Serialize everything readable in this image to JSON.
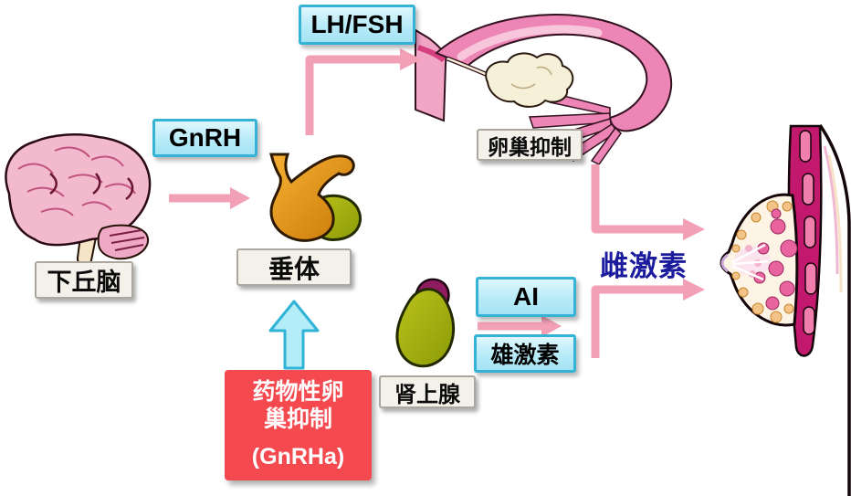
{
  "organ_labels": {
    "hypothalamus": "下丘脑",
    "pituitary": "垂体",
    "adrenal": "肾上腺"
  },
  "hormone_boxes": {
    "gnrh": "GnRH",
    "lh_fsh": "LH/FSH",
    "ai": "AI",
    "androgen": "雄激素"
  },
  "flow_labels": {
    "ovarian_suppression": "卵巢抑制",
    "estrogen": "雌激素"
  },
  "treatment_box": {
    "line1": "药物性卵",
    "line2": "巢抑制",
    "line3": "(GnRHa)"
  },
  "colors": {
    "arrow_pink": "#F2A0B5",
    "cyan_box_border": "#35B3D6",
    "cyan_box_fill": "#BCEDF9",
    "label_box_fill": "#F4F1EB",
    "label_box_border": "#ABA69E",
    "treatment_box_red": "#F4494F",
    "estrogen_text_blue": "#1B1B9E",
    "cyan_arrow_fill": "#B4ECF8"
  }
}
